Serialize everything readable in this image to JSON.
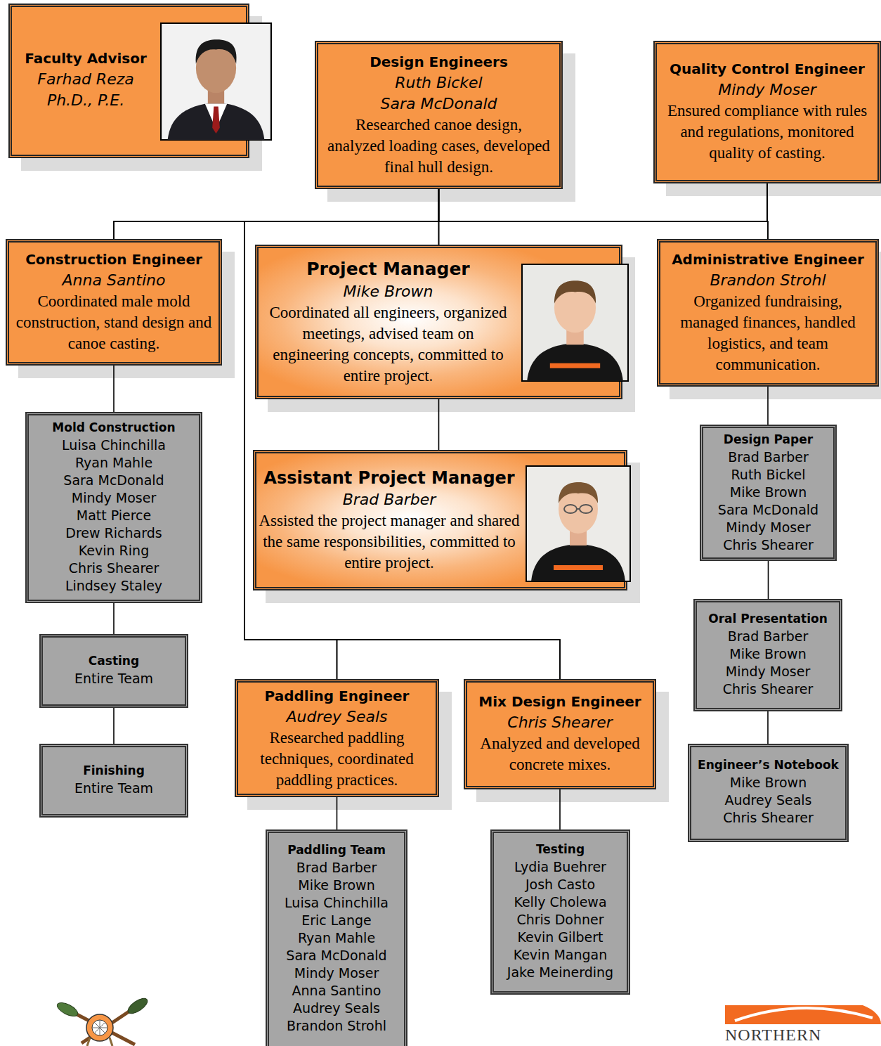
{
  "diagram": {
    "nodes": [
      {
        "text": [
          "Faculty Advisor",
          "Farhad Reza Ph.D., P.E."
        ]
      },
      {
        "text": [
          "Design Engineers",
          "Ruth Bickel",
          "Sara McDonald",
          "Researched canoe design, analyzed loading cases, developed final hull design."
        ]
      },
      {
        "text": [
          "Quality Control Engineer",
          "Mindy Moser",
          "Ensured compliance with rules and regulations, monitored quality of casting."
        ]
      },
      {
        "text": [
          "Construction Engineer",
          "Anna Santino",
          "Coordinated male mold construction, stand design and canoe casting."
        ]
      },
      {
        "text": [
          "Project Manager",
          "Mike Brown",
          "Coordinated all engineers, organized meetings, advised team on engineering concepts, committed to entire project."
        ]
      },
      {
        "text": [
          "Administrative Engineer",
          "Brandon Strohl",
          "Organized fundraising, managed finances, handled logistics, and team communication."
        ]
      },
      {
        "text": [
          "Mold Construction",
          "Luisa Chinchilla",
          "Ryan Mahle",
          "Sara McDonald",
          "Mindy Moser",
          "Matt Pierce",
          "Drew Richards",
          "Kevin Ring",
          "Chris Shearer",
          "Lindsey Staley"
        ]
      },
      {
        "text": [
          "Assistant Project Manager",
          "Brad Barber",
          "Assisted the project manager and shared the same responsibilities, committed to entire project."
        ]
      },
      {
        "text": [
          "Design Paper",
          "Brad Barber",
          "Ruth Bickel",
          "Mike Brown",
          "Sara McDonald",
          "Mindy Moser",
          "Chris Shearer"
        ]
      },
      {
        "text": [
          "Casting",
          "Entire Team"
        ]
      },
      {
        "text": [
          "Oral Presentation",
          "Brad Barber",
          "Mike Brown",
          "Mindy Moser",
          "Chris Shearer"
        ]
      },
      {
        "text": [
          "Paddling Engineer",
          "Audrey Seals",
          "Researched paddling techniques, coordinated paddling practices."
        ]
      },
      {
        "text": [
          "Mix Design Engineer",
          "Chris Shearer",
          "Analyzed and developed concrete mixes."
        ]
      },
      {
        "text": [
          "Finishing",
          "Entire Team"
        ]
      },
      {
        "text": [
          "Engineer’s Notebook",
          "Mike Brown",
          "Audrey Seals",
          "Chris Shearer"
        ]
      },
      {
        "text": [
          "Paddling Team",
          "Brad Barber",
          "Mike Brown",
          "Luisa Chinchilla",
          "Eric Lange",
          "Ryan Mahle",
          "Sara McDonald",
          "Mindy Moser",
          "Anna Santino",
          "Audrey Seals",
          "Brandon Strohl"
        ]
      },
      {
        "text": [
          "Testing",
          "Lydia Buehrer",
          "Josh Casto",
          "Kelly Cholewa",
          "Chris Dohner",
          "Kevin Gilbert",
          "Kevin Mangan",
          "Jake Meinerding"
        ]
      }
    ],
    "edges": [
      {
        "from": 1,
        "to": 3,
        "arrow": "none"
      },
      {
        "from": 1,
        "to": 4,
        "arrow": "none"
      },
      {
        "from": 1,
        "to": 5,
        "arrow": "none"
      },
      {
        "from": 1,
        "to": 11,
        "arrow": "none"
      },
      {
        "from": 1,
        "to": 12,
        "arrow": "none"
      },
      {
        "from": 2,
        "to": 3,
        "arrow": "none"
      },
      {
        "from": 2,
        "to": 4,
        "arrow": "none"
      },
      {
        "from": 2,
        "to": 5,
        "arrow": "none"
      },
      {
        "from": 2,
        "to": 11,
        "arrow": "none"
      },
      {
        "from": 2,
        "to": 12,
        "arrow": "none"
      },
      {
        "from": 3,
        "to": 6,
        "arrow": "none"
      },
      {
        "from": 6,
        "to": 9,
        "arrow": "none"
      },
      {
        "from": 9,
        "to": 13,
        "arrow": "none"
      },
      {
        "from": 4,
        "to": 7,
        "arrow": "none"
      },
      {
        "from": 5,
        "to": 8,
        "arrow": "none"
      },
      {
        "from": 8,
        "to": 10,
        "arrow": "none"
      },
      {
        "from": 10,
        "to": 14,
        "arrow": "none"
      },
      {
        "from": 11,
        "to": 15,
        "arrow": "none"
      },
      {
        "from": 12,
        "to": 16,
        "arrow": "none"
      }
    ],
    "labels": [
      "NORTHERN"
    ]
  }
}
